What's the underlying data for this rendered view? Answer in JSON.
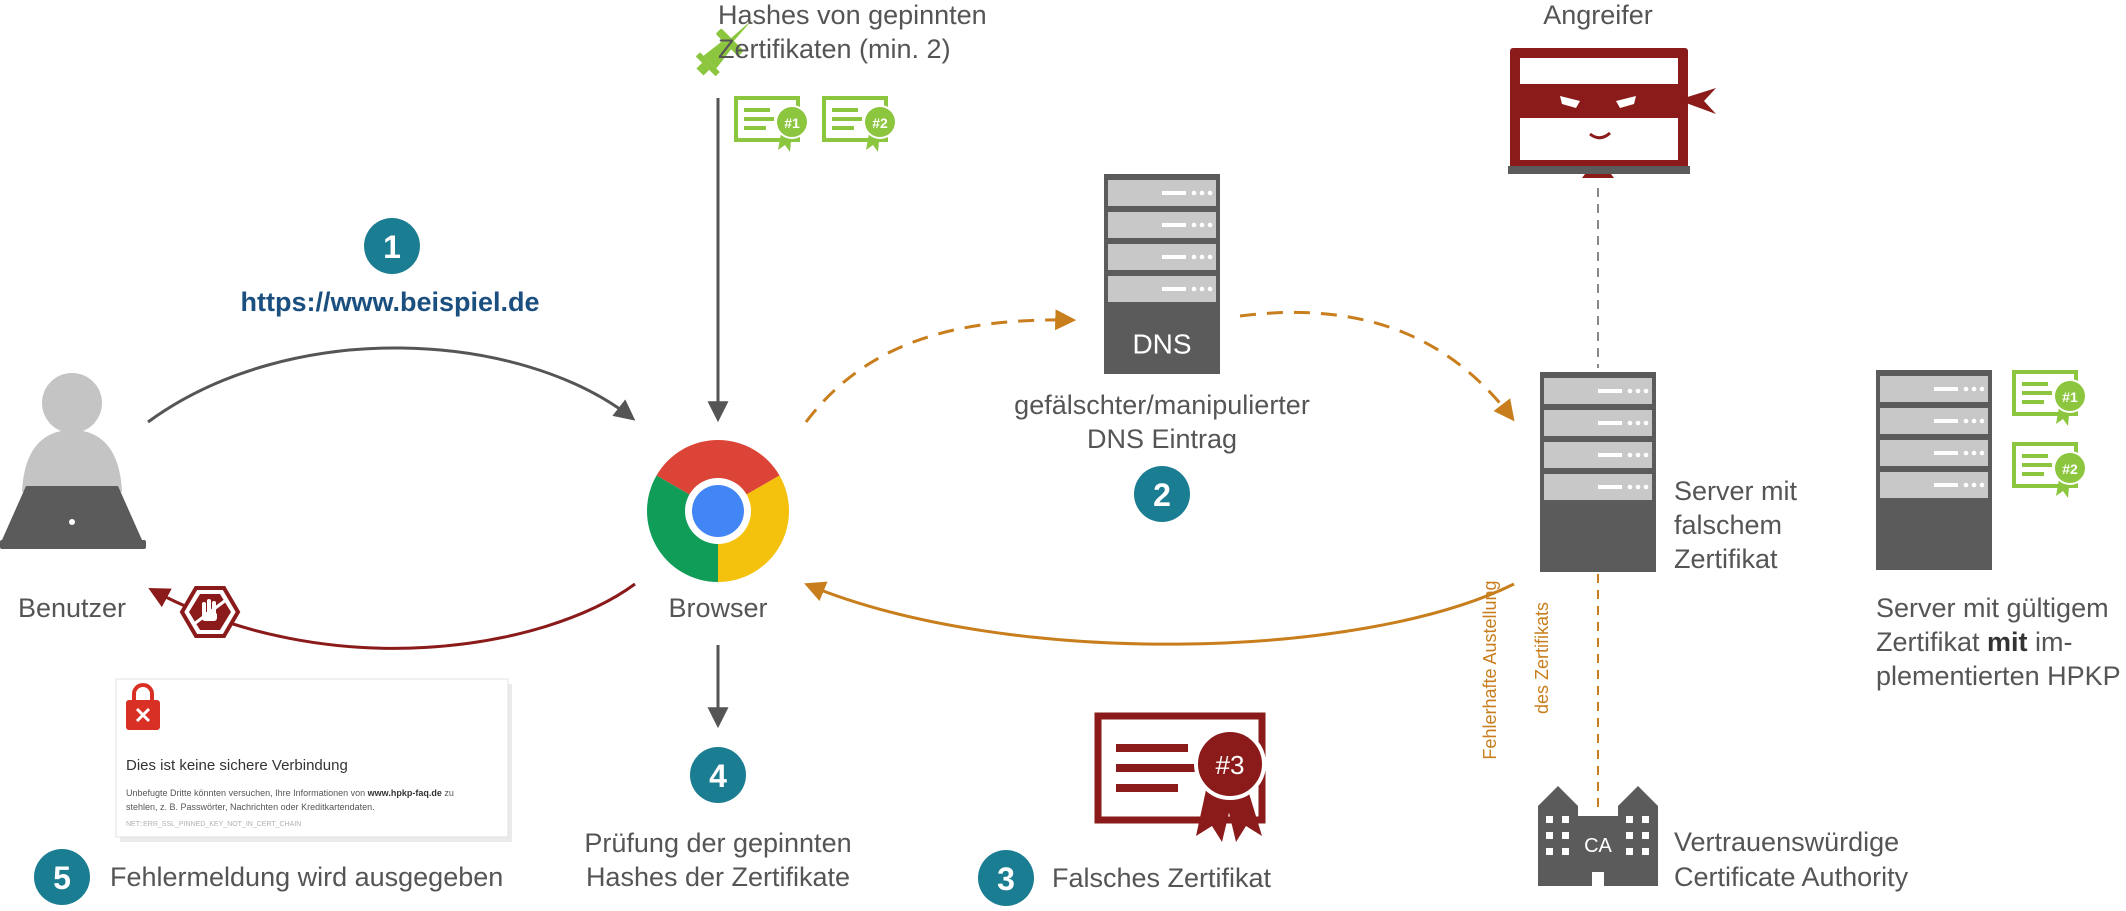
{
  "colors": {
    "teal": "#1b7d92",
    "green": "#8cc63f",
    "red": "#8b1a1a",
    "orange": "#c87e1c",
    "gray": "#5b5b5b",
    "navy": "#1a4f7f"
  },
  "pin": {
    "label_line1": "Hashes von gepinnten",
    "label_line2": "Zertifikaten (min. 2)",
    "icon": "pin-icon"
  },
  "pinned_certs": [
    {
      "tag": "#1",
      "icon": "certificate-icon"
    },
    {
      "tag": "#2",
      "icon": "certificate-icon"
    }
  ],
  "step1": {
    "number": "1",
    "url": "https://www.beispiel.de"
  },
  "user": {
    "label": "Benutzer",
    "icon": "user-laptop-icon"
  },
  "blocked_icon": "stop-hand-icon",
  "browser": {
    "label": "Browser",
    "icon": "chrome-icon"
  },
  "dns": {
    "badge": "DNS",
    "label_line1": "gefälschter/manipulierter",
    "label_line2": "DNS Eintrag",
    "number": "2",
    "icon": "server-icon"
  },
  "attacker": {
    "label": "Angreifer",
    "icon": "attacker-monitor-icon"
  },
  "fake_server": {
    "label_line1": "Server mit",
    "label_line2": "falschem",
    "label_line3": "Zertifikat",
    "icon": "server-icon"
  },
  "valid_server": {
    "label_line1": "Server mit gültigem",
    "label_line2_a": "Zertifikat ",
    "label_line2_bold": "mit",
    "label_line2_b": " im-",
    "label_line3": "plementierten HPKP",
    "certs": [
      "#1",
      "#2"
    ],
    "icon": "server-icon"
  },
  "ca": {
    "vertical_line1": "Fehlerhafte Austellung",
    "vertical_line2": "des Zertifikats",
    "building_label": "CA",
    "label_line1": "Vertrauenswürdige",
    "label_line2": "Certificate Authority",
    "icon": "building-icon"
  },
  "step3": {
    "number": "3",
    "label": "Falsches Zertifikat",
    "seal": "#3",
    "icon": "certificate-icon"
  },
  "step4": {
    "number": "4",
    "label_line1": "Prüfung der gepinnten",
    "label_line2": "Hashes der Zertifikate"
  },
  "step5": {
    "number": "5",
    "label": "Fehlermeldung wird ausgegeben"
  },
  "error_dialog": {
    "title": "Dies ist keine sichere Verbindung",
    "body_line1_a": "Unbefugte Dritte könnten versuchen, Ihre Informationen von ",
    "body_line1_bold": "www.hpkp-faq.de",
    "body_line1_b": " zu",
    "body_line2": "stehlen, z. B. Passwörter, Nachrichten oder Kreditkartendaten.",
    "code": "NET::ERR_SSL_PINNED_KEY_NOT_IN_CERT_CHAIN",
    "icon": "lock-error-icon"
  }
}
